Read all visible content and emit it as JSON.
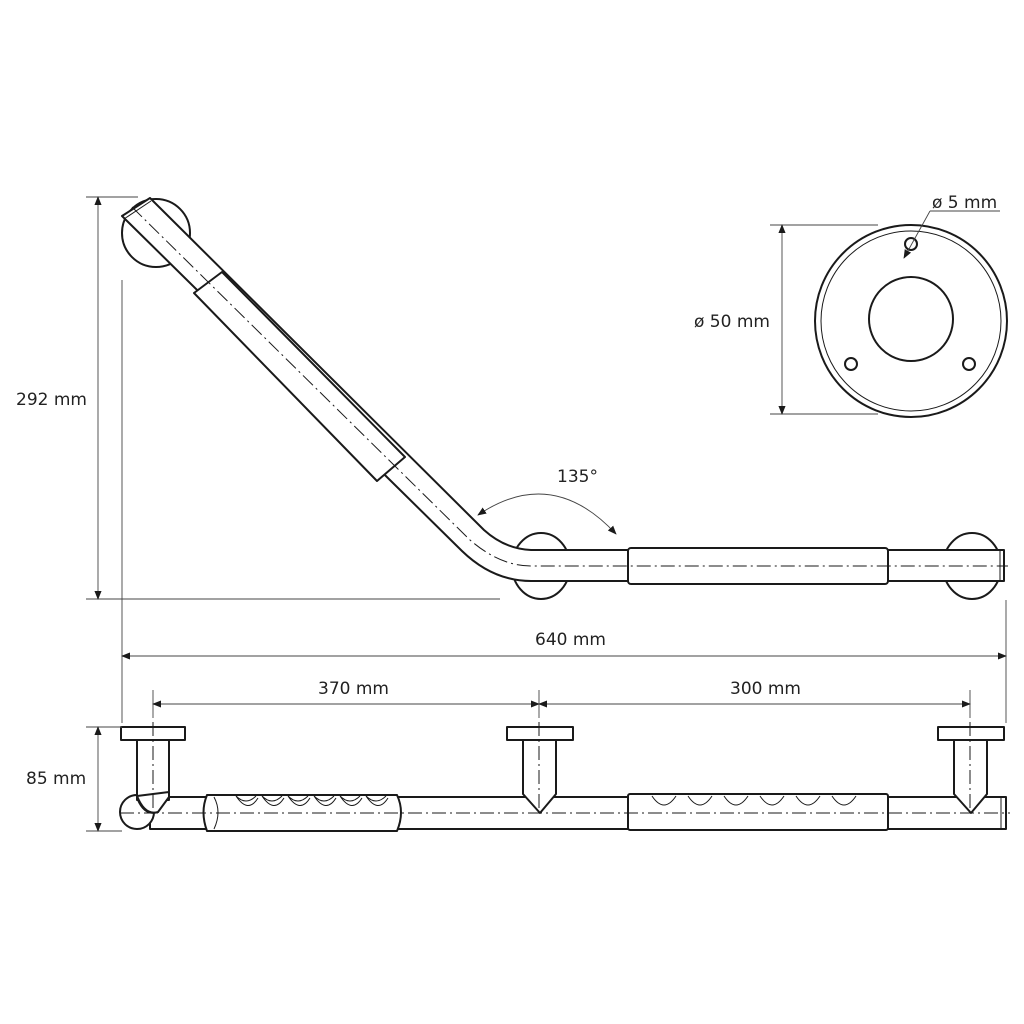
{
  "dimensions": {
    "height_total": "292 mm",
    "width_total": "640 mm",
    "spacing_left": "370 mm",
    "spacing_right": "300 mm",
    "depth": "85 mm",
    "angle": "135°",
    "flange_diameter": "ø 50 mm",
    "hole_diameter": "ø 5 mm"
  },
  "colors": {
    "line": "#1a1a1a",
    "background": "#ffffff"
  }
}
